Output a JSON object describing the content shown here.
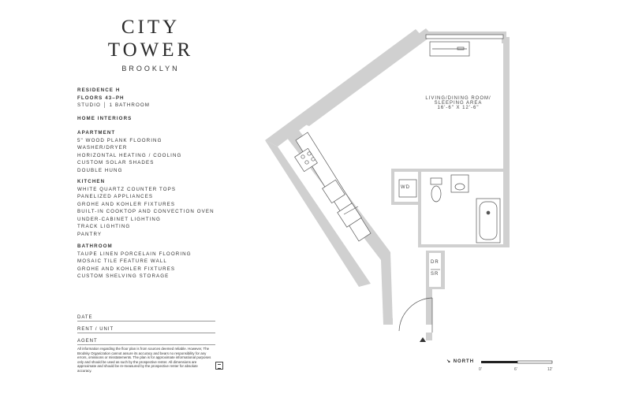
{
  "brand": {
    "line1": "CITY",
    "line2": "TOWER",
    "line3": "BROOKLYN"
  },
  "residence": {
    "name": "RESIDENCE H",
    "floors": "FLOORS 43–PH",
    "type": "STUDIO │ 1 BATHROOM"
  },
  "home_interiors": "HOME INTERIORS",
  "apartment": {
    "title": "APARTMENT",
    "items": [
      "5\" WOOD PLANK FLOORING",
      "WASHER/DRYER",
      "HORIZONTAL HEATING / COOLING",
      "CUSTOM SOLAR SHADES",
      "DOUBLE HUNG"
    ]
  },
  "kitchen": {
    "title": "KITCHEN",
    "items": [
      "WHITE QUARTZ COUNTER TOPS",
      "PANELIZED APPLIANCES",
      "GROHE AND KOHLER FIXTURES",
      "BUILT-IN COOKTOP AND CONVECTION OVEN",
      "UNDER-CABINET LIGHTING",
      "TRACK LIGHTING",
      "PANTRY"
    ]
  },
  "bathroom": {
    "title": "BATHROOM",
    "items": [
      "TAUPE LINEN PORCELAIN FLOORING",
      "MOSAIC TILE FEATURE WALL",
      "GROHE AND KOHLER FIXTURES",
      "CUSTOM SHELVING STORAGE"
    ]
  },
  "fields": {
    "date": "DATE",
    "rent": "RENT / UNIT",
    "agent": "AGENT"
  },
  "disclaimer": "All information regarding the floor plan is from sources deemed reliable. However, The Brodsky Organization cannot assure its accuracy and bears no responsibility for any errors, omissions or misstatements. The plan is for approximate informational purposes only and should be used as such by the prospective renter. All dimensions are approximate and should be re-measured by the prospective renter for absolute accuracy.",
  "plan": {
    "living_label_1": "LIVING/DINING ROOM/",
    "living_label_2": "SLEEPING AREA",
    "living_dims": "16'-6\" X 12'-6\"",
    "wd": "WD",
    "dr": "DR",
    "sr": "SR"
  },
  "scale": {
    "north": "NORTH",
    "t0": "0'",
    "t1": "6'",
    "t2": "12'"
  }
}
